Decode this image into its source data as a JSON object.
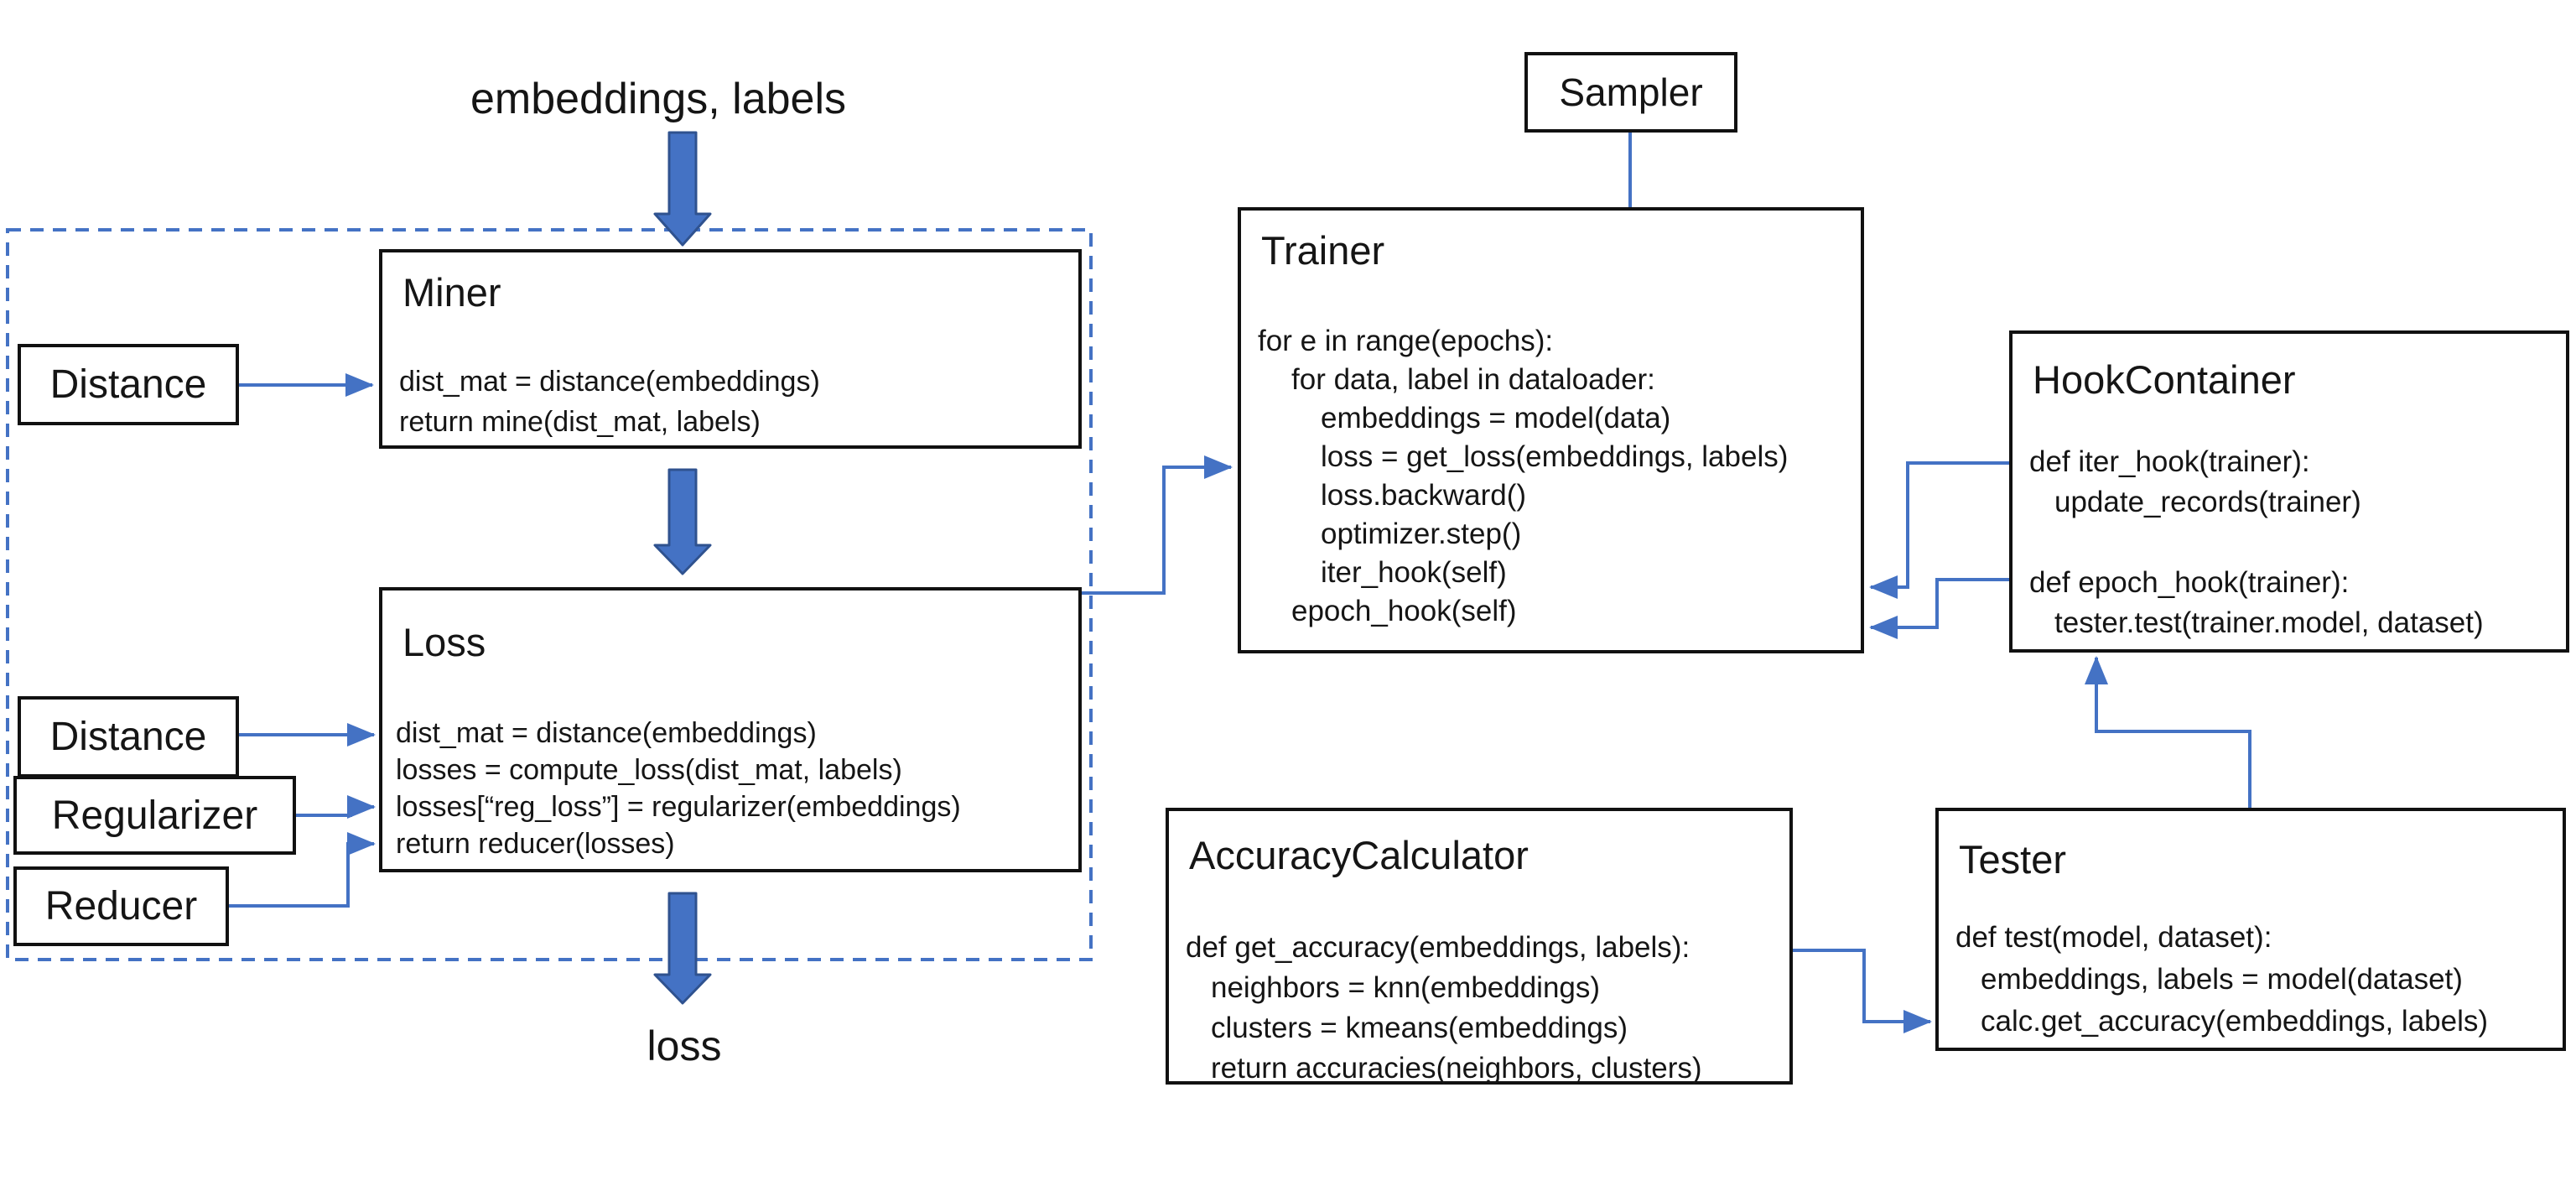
{
  "diagram": {
    "colors": {
      "accent_blue": "#4472C4",
      "thick_arrow_fill": "#4472C4",
      "thick_arrow_outline": "#2F528F",
      "box_border": "#111111",
      "background": "#FFFFFF"
    },
    "labels": {
      "input": "embeddings, labels",
      "output": "loss"
    },
    "boxes": {
      "miner": {
        "title": "Miner",
        "code": [
          "dist_mat = distance(embeddings)",
          "return mine(dist_mat, labels)"
        ]
      },
      "loss": {
        "title": "Loss",
        "code": [
          "dist_mat = distance(embeddings)",
          "losses = compute_loss(dist_mat, labels)",
          "losses[“reg_loss”] = regularizer(embeddings)",
          "return reducer(losses)"
        ]
      },
      "distance_top": {
        "title": "Distance"
      },
      "distance_bottom": {
        "title": "Distance"
      },
      "regularizer": {
        "title": "Regularizer"
      },
      "reducer": {
        "title": "Reducer"
      },
      "sampler": {
        "title": "Sampler"
      },
      "trainer": {
        "title": "Trainer",
        "code": [
          "for e in range(epochs):",
          "for data, label in dataloader:",
          "embeddings = model(data)",
          "loss = get_loss(embeddings, labels)",
          "loss.backward()",
          "optimizer.step()",
          "iter_hook(self)",
          "epoch_hook(self)"
        ]
      },
      "hook_container": {
        "title": "HookContainer",
        "code": [
          "def iter_hook(trainer):",
          "update_records(trainer)",
          "",
          "def epoch_hook(trainer):",
          "tester.test(trainer.model, dataset)"
        ]
      },
      "accuracy_calculator": {
        "title": "AccuracyCalculator",
        "code": [
          "def get_accuracy(embeddings, labels):",
          "neighbors = knn(embeddings)",
          "clusters = kmeans(embeddings)",
          "return accuracies(neighbors, clusters)"
        ]
      },
      "tester": {
        "title": "Tester",
        "code": [
          "def test(model, dataset):",
          "embeddings, labels = model(dataset)",
          "calc.get_accuracy(embeddings, labels)"
        ]
      }
    }
  }
}
